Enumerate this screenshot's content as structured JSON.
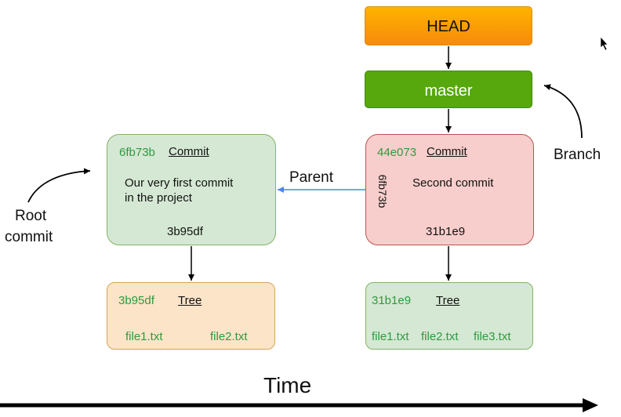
{
  "head": {
    "label": "HEAD"
  },
  "master": {
    "label": "master"
  },
  "annotations": {
    "branch": "Branch",
    "root_line1": "Root",
    "root_line2": "commit",
    "parent": "Parent",
    "time": "Time"
  },
  "commit1": {
    "hash": "6fb73b",
    "kind": "Commit",
    "message_line1": "Our very first commit",
    "message_line2": "in the project",
    "tree_ref": "3b95df"
  },
  "commit2": {
    "hash": "44e073",
    "kind": "Commit",
    "parent_ref": "6fb73b",
    "message": "Second commit",
    "tree_ref": "31b1e9"
  },
  "tree1": {
    "hash": "3b95df",
    "kind": "Tree",
    "files": [
      "file1.txt",
      "file2.txt"
    ]
  },
  "tree2": {
    "hash": "31b1e9",
    "kind": "Tree",
    "files": [
      "file1.txt",
      "file2.txt",
      "file3.txt"
    ]
  },
  "colors": {
    "head_fill": "#f9a30b",
    "master_fill": "#56a80c",
    "commit1_fill": "#d5e8d4",
    "commit2_fill": "#f8cecc",
    "tree1_fill": "#fbe4c8",
    "tree2_fill": "#d5e8d4",
    "hash_text": "#2e9a3e",
    "parent_arrow": "#4a86e8"
  }
}
